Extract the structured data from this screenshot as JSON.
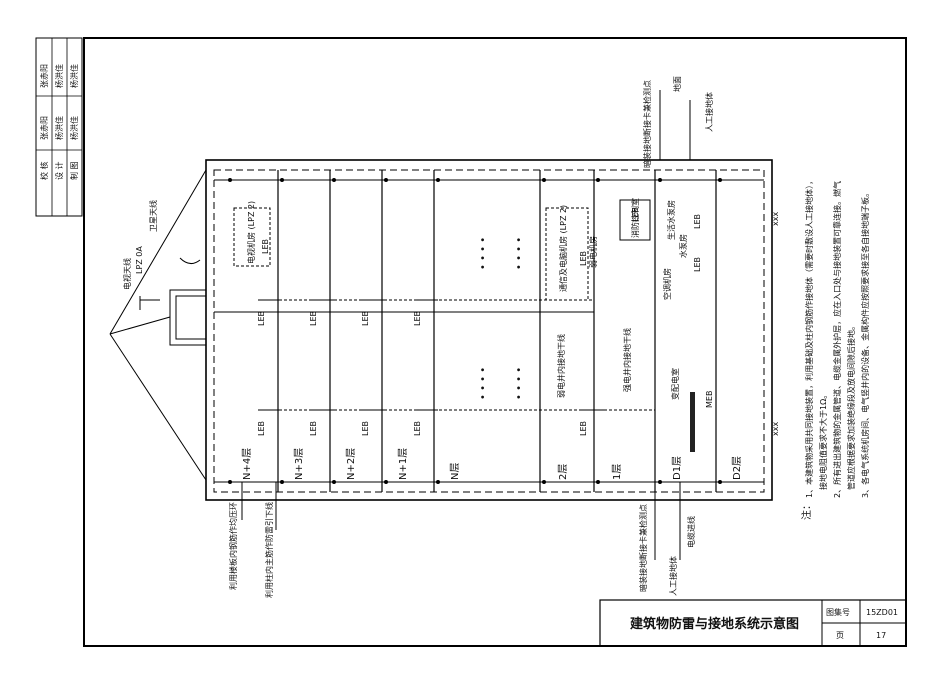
{
  "title_block": {
    "title": "建筑物防雷与接地系统示意图",
    "atlas_no_label": "图集号",
    "atlas_no": "15ZD01",
    "page_label": "页",
    "page": "17"
  },
  "approval": {
    "row1": [
      "校 核",
      "张赤阳",
      "张赤阳"
    ],
    "row2": [
      "设 计",
      "杨洪佳",
      "杨洪佳"
    ],
    "row3": [
      "制 图",
      "杨洪佳",
      "杨洪佳"
    ]
  },
  "notes": {
    "label": "注：",
    "n1a": "1、本建筑物采用共同接地装置，利用基础及柱内钢筋作接地体（需要时敷设人工接地体），",
    "n1b": "接地电阻值要求不大于1Ω。",
    "n2": "2、所有进出建筑物的金属管道、电缆金属外护层，应在入口处与接地装置可靠连接。燃气",
    "n2b": "管道应根据要求加装绝缘段及放电间隙后接地。",
    "n3": "3、各电气系统机房间、电气竖井内的设备、金属构件应按照要求接至各自接地端子板。"
  },
  "floors": [
    "N+4层",
    "N+3层",
    "N+2层",
    "N+1层",
    "N层",
    "2层",
    "1层",
    "D1层",
    "D2层"
  ],
  "rooms": {
    "tv": "电视机房 (LPZ 2)",
    "comm": "通信及电脑机房 (LPZ 2)",
    "weak": "弱电机房",
    "fire": "消防控制室",
    "water": "生活水泵房",
    "ac": "空调机房",
    "transformer": "变配电室",
    "pump": "水泵房"
  },
  "labels": {
    "leb": "LEB",
    "meb": "MEB",
    "dots": "• • • •",
    "weak_shaft": "弱电井内接地干线",
    "strong_shaft": "强电井内接地干线",
    "satellite": "卫星天线",
    "tv_antenna": "电视天线",
    "lpz": "LPZ 0A",
    "earth_top": "人工接地体",
    "earth_bottom": "人工接地体",
    "test_point_top": "暗装接地断接卡兼检测点",
    "test_point_bottom": "暗装接地断接卡兼检测点",
    "ground": "地面",
    "cable_in": "电缆进线",
    "rebar_ring": "利用楼板内钢筋作均压环",
    "column_down": "利用柱内主筋作防雷引下线",
    "xxx": "xxx"
  }
}
